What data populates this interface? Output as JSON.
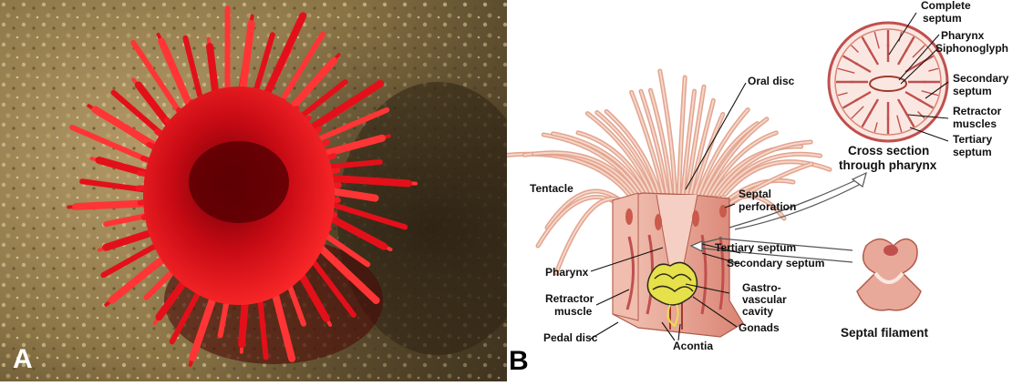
{
  "panel_a": {
    "letter": "A",
    "subject": "red sea anemone photograph"
  },
  "panel_b": {
    "letter": "B",
    "labels": {
      "oral_disc": "Oral disc",
      "tentacle": "Tentacle",
      "septal_perforation_1": "Septal",
      "septal_perforation_2": "perforation",
      "pharynx": "Pharynx",
      "tertiary_septum": "Tertiary septum",
      "secondary_septum": "Secondary septum",
      "retractor_muscle_1": "Retractor",
      "retractor_muscle_2": "muscle",
      "gastrovascular_1": "Gastro-",
      "gastrovascular_2": "vascular",
      "gastrovascular_3": "cavity",
      "pedal_disc": "Pedal disc",
      "gonads": "Gonads",
      "acontia": "Acontia",
      "septal_filament": "Septal filament",
      "cross_section_1": "Cross section",
      "cross_section_2": "through pharynx",
      "cs_complete_1": "Complete",
      "cs_complete_2": "septum",
      "cs_pharynx": "Pharynx",
      "cs_siphonoglyph": "Siphonoglyph",
      "cs_secondary_1": "Secondary",
      "cs_secondary_2": "septum",
      "cs_retractor_1": "Retractor",
      "cs_retractor_2": "muscles",
      "cs_tertiary_1": "Tertiary",
      "cs_tertiary_2": "septum"
    }
  },
  "colors": {
    "anemone_red": "#e3101a",
    "rock_tan": "#a8905c",
    "body_pink": "#e9a99a",
    "septum_red": "#c0504d",
    "gonad_yellow": "#e6e04a"
  }
}
